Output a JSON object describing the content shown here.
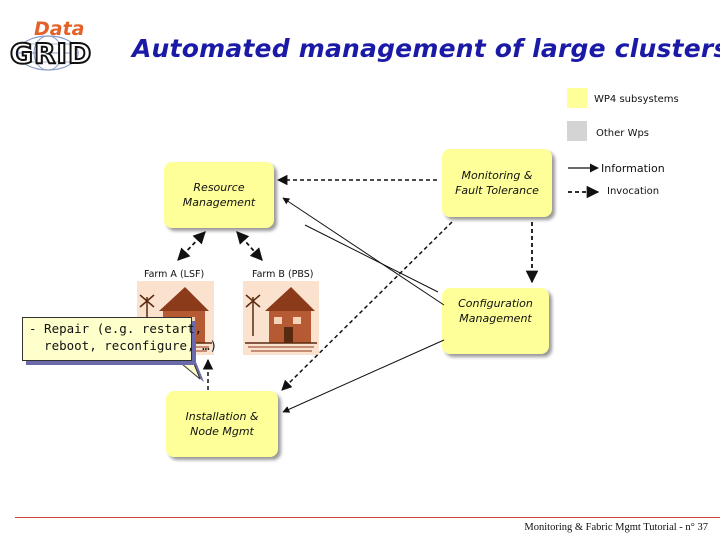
{
  "logo": {
    "top": "Data",
    "bottom": "GRID"
  },
  "title": "Automated management of large clusters",
  "legend": {
    "wp4": "WP4 subsystems",
    "other": "Other Wps",
    "information": "Information",
    "invocation": "Invocation"
  },
  "boxes": {
    "resource": "Resource\nManagement",
    "monitoring": "Monitoring &\nFault Tolerance",
    "configuration": "Configuration\nManagement",
    "installation": "Installation &\nNode Mgmt"
  },
  "farms": {
    "a": "Farm A (LSF)",
    "b": "Farm B (PBS)"
  },
  "callout": "- Repair (e.g. restart,\n  reboot, reconfigure, …)",
  "footer": "Monitoring & Fabric Mgmt Tutorial - n° 37",
  "colors": {
    "wp4": "#ffff99",
    "other": "#d4d4d4",
    "title": "#1a1aa6",
    "footer_line": "#cc4444"
  }
}
